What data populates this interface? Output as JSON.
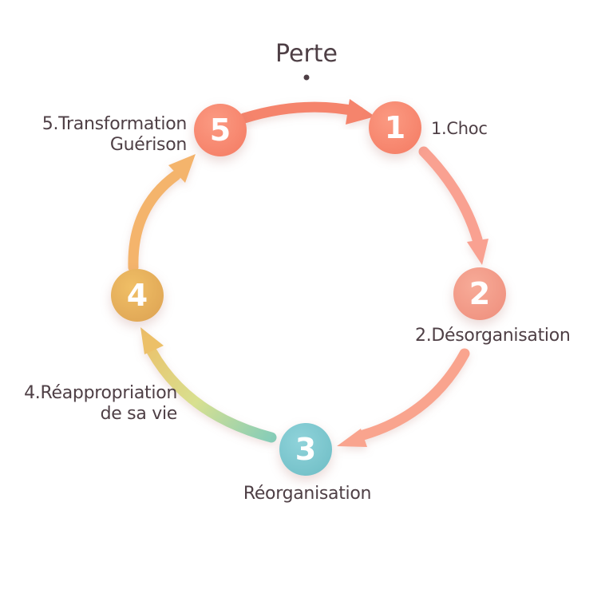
{
  "diagram": {
    "title": "Perte",
    "type": "cycle",
    "nodes": [
      {
        "number": "1",
        "label": "1.Choc",
        "color": "#f6866f"
      },
      {
        "number": "2",
        "label": "2.Désorganisation",
        "color": "#f29a88"
      },
      {
        "number": "3",
        "label": "Réorganisation",
        "color": "#7fc8cf"
      },
      {
        "number": "4",
        "label_line1": "4.Réappropriation",
        "label_line2": "de sa vie",
        "color": "#eab25a"
      },
      {
        "number": "5",
        "label_line1": "5.Transformation",
        "label_line2": "Guérison",
        "color": "#f5846c"
      }
    ],
    "arrows": [
      {
        "from": "5",
        "to": "1",
        "color": "#f5846c"
      },
      {
        "from": "1",
        "to": "2",
        "color": "#f9a191"
      },
      {
        "from": "2",
        "to": "3",
        "color": "#f9a48e"
      },
      {
        "from": "3",
        "to": "4",
        "colors": [
          "#86cdb8",
          "#d8e090",
          "#ecc068"
        ]
      },
      {
        "from": "4",
        "to": "5",
        "color": "#f4b46c"
      }
    ]
  }
}
